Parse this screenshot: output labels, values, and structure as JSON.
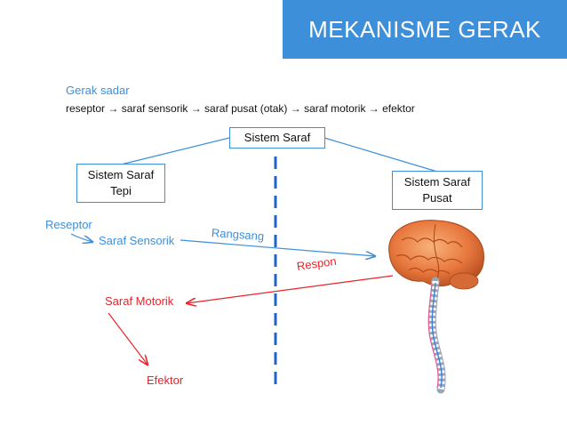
{
  "title": "MEKANISME GERAK",
  "subtitle": "Gerak sadar",
  "flow": "reseptor → saraf sensorik → saraf pusat (otak) → saraf motorik → efektor",
  "nodes": {
    "root": "Sistem Saraf",
    "tepi": [
      "Sistem Saraf",
      "Tepi"
    ],
    "pusat": [
      "Sistem Saraf",
      "Pusat"
    ]
  },
  "labels": {
    "reseptor": "Reseptor",
    "sensorik": "Saraf Sensorik",
    "rangsang": "Rangsang",
    "respon": "Respon",
    "motorik": "Saraf Motorik",
    "efektor": "Efektor"
  },
  "colors": {
    "accent": "#3d8fd9",
    "response": "#e8232a",
    "divider": "#1f63c9"
  },
  "icons": {
    "organ": "brain-and-spinal-cord-icon"
  }
}
